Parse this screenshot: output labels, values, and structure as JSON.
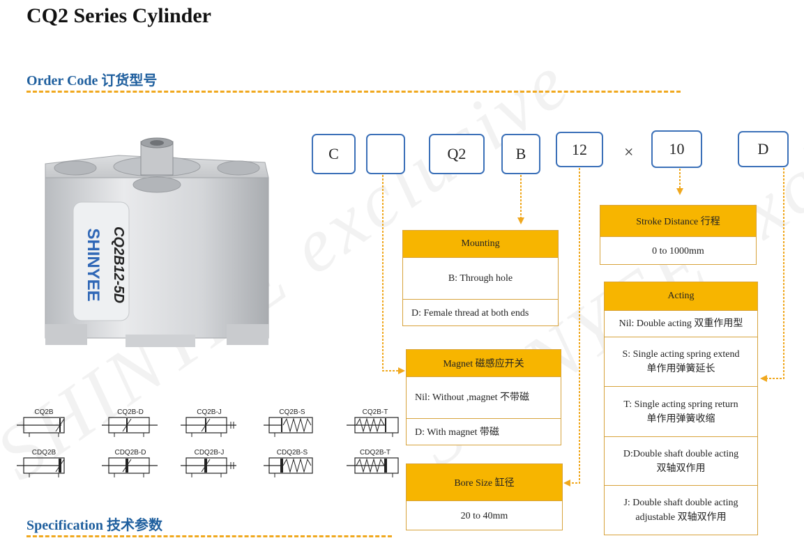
{
  "title": "CQ2 Series Cylinder",
  "order_code": {
    "heading": "Order Code  订货型号"
  },
  "specification": {
    "heading": "Specification  技术参数"
  },
  "code_boxes": [
    "C",
    "",
    "Q2",
    "B",
    "12",
    "×",
    "10",
    "D"
  ],
  "product_image": {
    "brand": "Shinyee",
    "model": "CQ2B12-5D"
  },
  "watermark": "SHINYEE exclusive",
  "tables": {
    "mounting": {
      "header": "Mounting",
      "rows": [
        "B:  Through hole",
        "D:  Female thread at both ends"
      ]
    },
    "magnet": {
      "header": "Magnet 磁感应开关",
      "rows": [
        "Nil:  Without ,magnet 不带磁",
        "D:  With magnet 带磁"
      ]
    },
    "bore": {
      "header": "Bore Size 缸径",
      "rows": [
        "20 to 40mm"
      ]
    },
    "stroke": {
      "header": "Stroke Distance 行程",
      "rows": [
        "0 to 1000mm"
      ]
    },
    "acting": {
      "header": "Acting",
      "rows": [
        {
          "l1": "Nil:  Double acting 双重作用型"
        },
        {
          "l1": "S:  Single acting spring extend",
          "l2": "单作用弹簧延长"
        },
        {
          "l1": "T:  Single acting spring return",
          "l2": "单作用弹簧收缩"
        },
        {
          "l1": "D:Double shaft double acting",
          "l2": "双轴双作用"
        },
        {
          "l1": "J:  Double shaft double acting",
          "l2": "adjustable 双轴双作用"
        }
      ]
    }
  },
  "symbols": {
    "row1": [
      "CQ2B",
      "CQ2B-D",
      "CQ2B-J",
      "CQ2B-S",
      "CQ2B-T"
    ],
    "row2": [
      "CDQ2B",
      "CDQ2B-D",
      "CDQ2B-J",
      "CDQ2B-S",
      "CDQ2B-T"
    ]
  },
  "colors": {
    "accent": "#f7b500",
    "heading": "#1f5f9e",
    "box_border": "#3b70b8",
    "dash": "#f0a81e"
  }
}
